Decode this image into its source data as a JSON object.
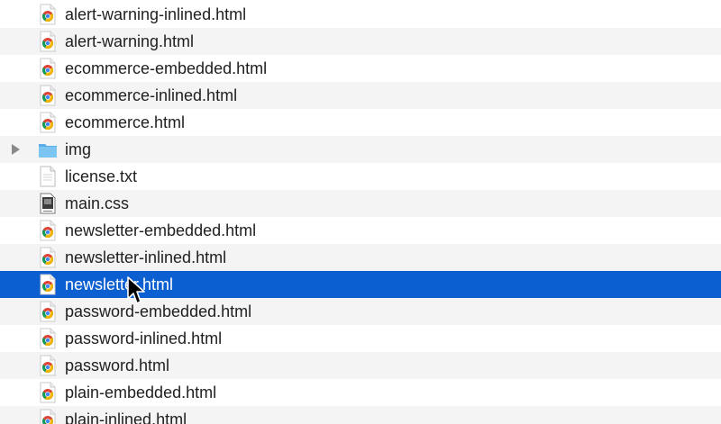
{
  "files": [
    {
      "name": "alert-warning-inlined.html",
      "type": "html",
      "icon": "chrome-html-file-icon"
    },
    {
      "name": "alert-warning.html",
      "type": "html",
      "icon": "chrome-html-file-icon"
    },
    {
      "name": "ecommerce-embedded.html",
      "type": "html",
      "icon": "chrome-html-file-icon"
    },
    {
      "name": "ecommerce-inlined.html",
      "type": "html",
      "icon": "chrome-html-file-icon"
    },
    {
      "name": "ecommerce.html",
      "type": "html",
      "icon": "chrome-html-file-icon"
    },
    {
      "name": "img",
      "type": "folder",
      "icon": "folder-icon",
      "disclosure": "collapsed"
    },
    {
      "name": "license.txt",
      "type": "txt",
      "icon": "text-file-icon"
    },
    {
      "name": "main.css",
      "type": "css",
      "icon": "css-file-icon"
    },
    {
      "name": "newsletter-embedded.html",
      "type": "html",
      "icon": "chrome-html-file-icon"
    },
    {
      "name": "newsletter-inlined.html",
      "type": "html",
      "icon": "chrome-html-file-icon"
    },
    {
      "name": "newsletter.html",
      "type": "html",
      "icon": "chrome-html-file-icon",
      "selected": true
    },
    {
      "name": "password-embedded.html",
      "type": "html",
      "icon": "chrome-html-file-icon"
    },
    {
      "name": "password-inlined.html",
      "type": "html",
      "icon": "chrome-html-file-icon"
    },
    {
      "name": "password.html",
      "type": "html",
      "icon": "chrome-html-file-icon"
    },
    {
      "name": "plain-embedded.html",
      "type": "html",
      "icon": "chrome-html-file-icon"
    },
    {
      "name": "plain-inlined.html",
      "type": "html",
      "icon": "chrome-html-file-icon"
    }
  ],
  "colors": {
    "selection": "#0b5fd1",
    "alternate_row": "#f4f4f5",
    "folder": "#6cb8ee"
  }
}
